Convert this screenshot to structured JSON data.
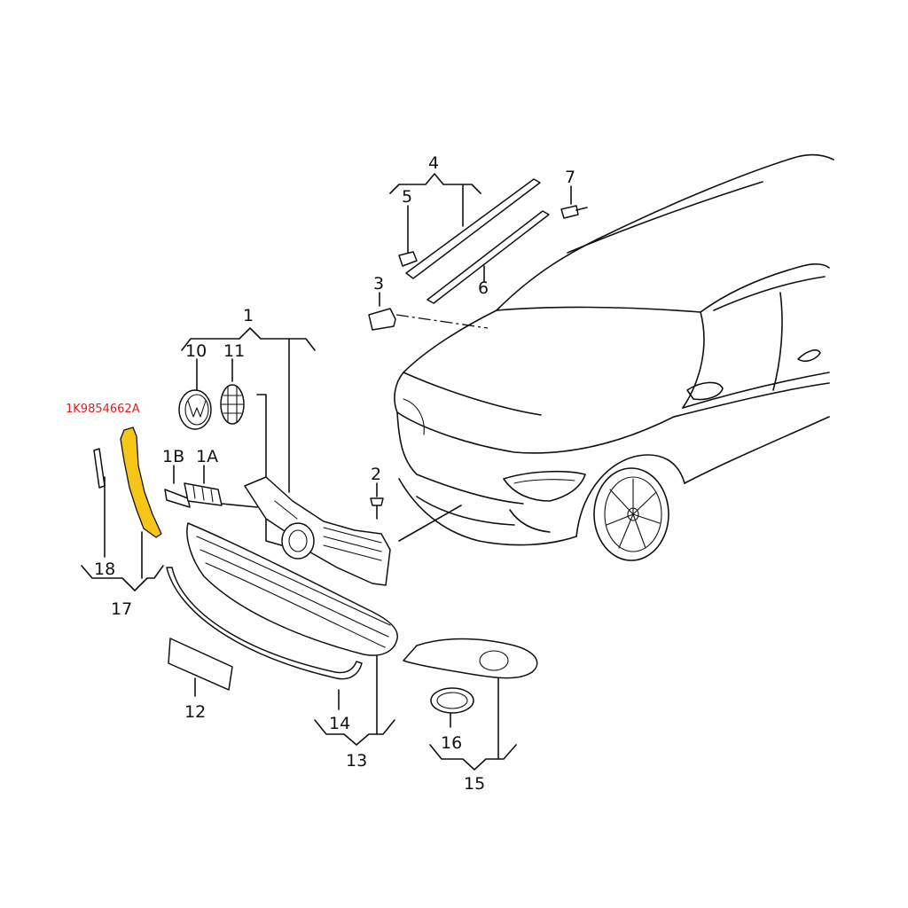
{
  "highlighted_part": {
    "part_number": "1K9854662A",
    "color": "#f5c518",
    "label_color": "#e02020"
  },
  "callouts": {
    "c1": "1",
    "c1a": "1A",
    "c1b": "1B",
    "c2": "2",
    "c3": "3",
    "c4": "4",
    "c5": "5",
    "c6": "6",
    "c7": "7",
    "c10": "10",
    "c11": "11",
    "c12": "12",
    "c13": "13",
    "c14": "14",
    "c15": "15",
    "c16": "16",
    "c17": "17",
    "c18": "18"
  }
}
